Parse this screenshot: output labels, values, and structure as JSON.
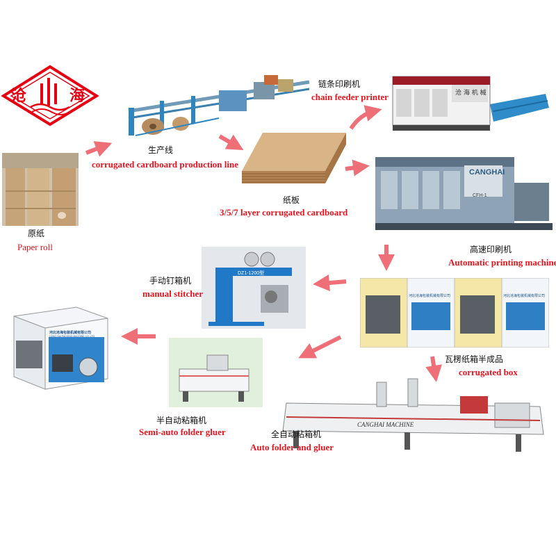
{
  "logo": {
    "chars": [
      "沧",
      "山",
      "海"
    ],
    "color": "#e60012"
  },
  "arrow_color": "#ee6f78",
  "steps": {
    "paper_roll": {
      "cn": "原纸",
      "en": "Paper roll"
    },
    "production_line": {
      "cn": "生产线",
      "en": "corrugated cardboard production line"
    },
    "cardboard": {
      "cn": "纸板",
      "en": "3/5/7 layer corrugated cardboard"
    },
    "chain_printer": {
      "cn": "链条印刷机",
      "en": "chain feeder printer",
      "machine_text": "沧 海 机 械"
    },
    "auto_printer": {
      "cn": "高速印刷机",
      "en": "Automatic printing machine",
      "machine_text": "CANGHAI",
      "panel_text": "CFH-1"
    },
    "corrugated_box": {
      "cn": "瓦楞纸箱半成品",
      "en": "corrugated box",
      "box_text": "河北沧海包装机械有限公司"
    },
    "manual_stitcher": {
      "cn": "手动钉箱机",
      "en": "manual stitcher",
      "machine_text": "DZ1-1200型"
    },
    "finished_box": {
      "title_cn": "河北沧海包装机械有限公司",
      "title_en": "CANG HAI PACKING MACHINE CO.,LTD"
    },
    "semi_gluer": {
      "cn": "半自动粘箱机",
      "en": "Semi-auto folder gluer"
    },
    "auto_gluer": {
      "cn": "全自动粘箱机",
      "en": "Auto folder and gluer",
      "machine_text": "CANGHAI MACHINE"
    }
  }
}
